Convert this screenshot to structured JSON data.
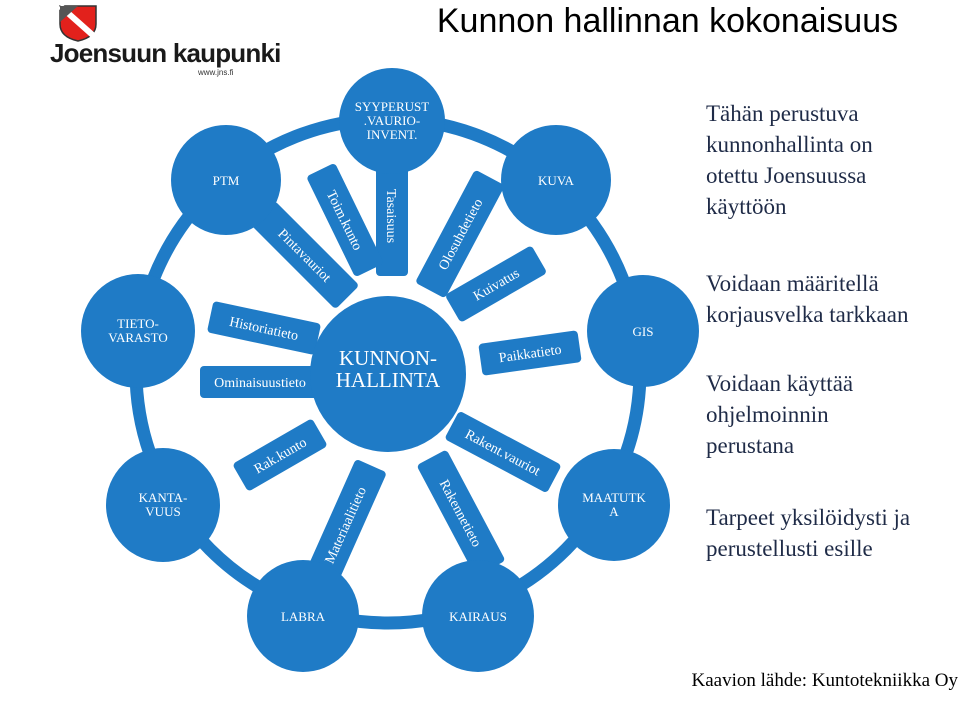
{
  "title": "Kunnon hallinnan kokonaisuus",
  "logo": {
    "name": "Joensuun kaupunki",
    "url": "www.jns.fi"
  },
  "center": "KUNNON-\nHALLINTA",
  "outer_nodes": [
    {
      "id": "syyperust",
      "label": "SYYPERUST\n.VAURIO-\nINVENT."
    },
    {
      "id": "kuva",
      "label": "KUVA"
    },
    {
      "id": "gis",
      "label": "GIS"
    },
    {
      "id": "maatutka",
      "label": "MAATUTK\nA"
    },
    {
      "id": "kairaus",
      "label": "KAIRAUS"
    },
    {
      "id": "labra",
      "label": "LABRA"
    },
    {
      "id": "kantavuus",
      "label": "KANTA-\nVUUS"
    },
    {
      "id": "tietovarasto",
      "label": "TIETO-\nVARASTO"
    },
    {
      "id": "ptm",
      "label": "PTM"
    }
  ],
  "spokes": [
    {
      "id": "tasaisuus",
      "label": "Tasaisuus"
    },
    {
      "id": "olosuhdetieto",
      "label": "Olosuhdetieto"
    },
    {
      "id": "kuivatus",
      "label": "Kuivatus"
    },
    {
      "id": "paikkatieto",
      "label": "Paikkatieto"
    },
    {
      "id": "rakent-vauriot",
      "label": "Rakent.vauriot"
    },
    {
      "id": "rakennetieto",
      "label": "Rakennetieto"
    },
    {
      "id": "materiaalitieto",
      "label": "Materiaalitieto"
    },
    {
      "id": "rak-kunto",
      "label": "Rak.kunto"
    },
    {
      "id": "ominaisuustieto",
      "label": "Ominaisuustieto"
    },
    {
      "id": "historiatieto",
      "label": "Historiatieto"
    },
    {
      "id": "pintavauriot",
      "label": "Pintavauriot"
    },
    {
      "id": "toim-kunto",
      "label": "Toim.kunto"
    }
  ],
  "bullets": [
    "Tähän perustuva\nkunnonhallinta on\notettu Joensuussa\nkäyttöön",
    "Voidaan määritellä\nkorjausvelka tarkkaan",
    "Voidaan käyttää\nohjelmoinnin\nperustana",
    "Tarpeet yksilöidysti ja\nperustellusti esille"
  ],
  "source": "Kaavion lähde: Kuntotekniikka Oy",
  "colors": {
    "node": "#1f7bc6",
    "node_dark": "#1766ad",
    "text": "#1f2b47",
    "logo_red": "#e2211c"
  }
}
